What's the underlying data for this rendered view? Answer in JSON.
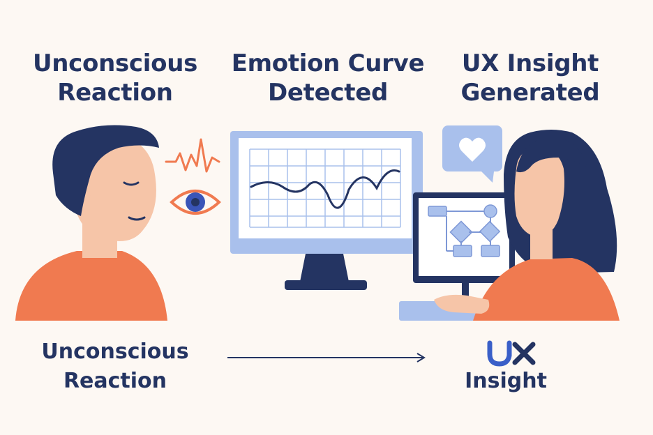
{
  "titles": {
    "left": [
      "Unconscious",
      "Reaction"
    ],
    "middle": [
      "Emotion Curve",
      "Detected"
    ],
    "right": [
      "UX Insight",
      "Generated"
    ]
  },
  "bottom": {
    "left": [
      "Unconscious",
      "Reaction"
    ],
    "right_logo": "UX",
    "right": "Insight"
  },
  "colors": {
    "background": "#fdf8f3",
    "navy": "#243462",
    "orange": "#f07a50",
    "skin": "#f6c5a8",
    "light_blue": "#a9c0ec",
    "monitor_blue": "#8fa9e0"
  },
  "icons": [
    "heartbeat-icon",
    "eye-icon",
    "heart-speech-bubble-icon",
    "ux-logo-icon",
    "arrow-right-icon"
  ]
}
